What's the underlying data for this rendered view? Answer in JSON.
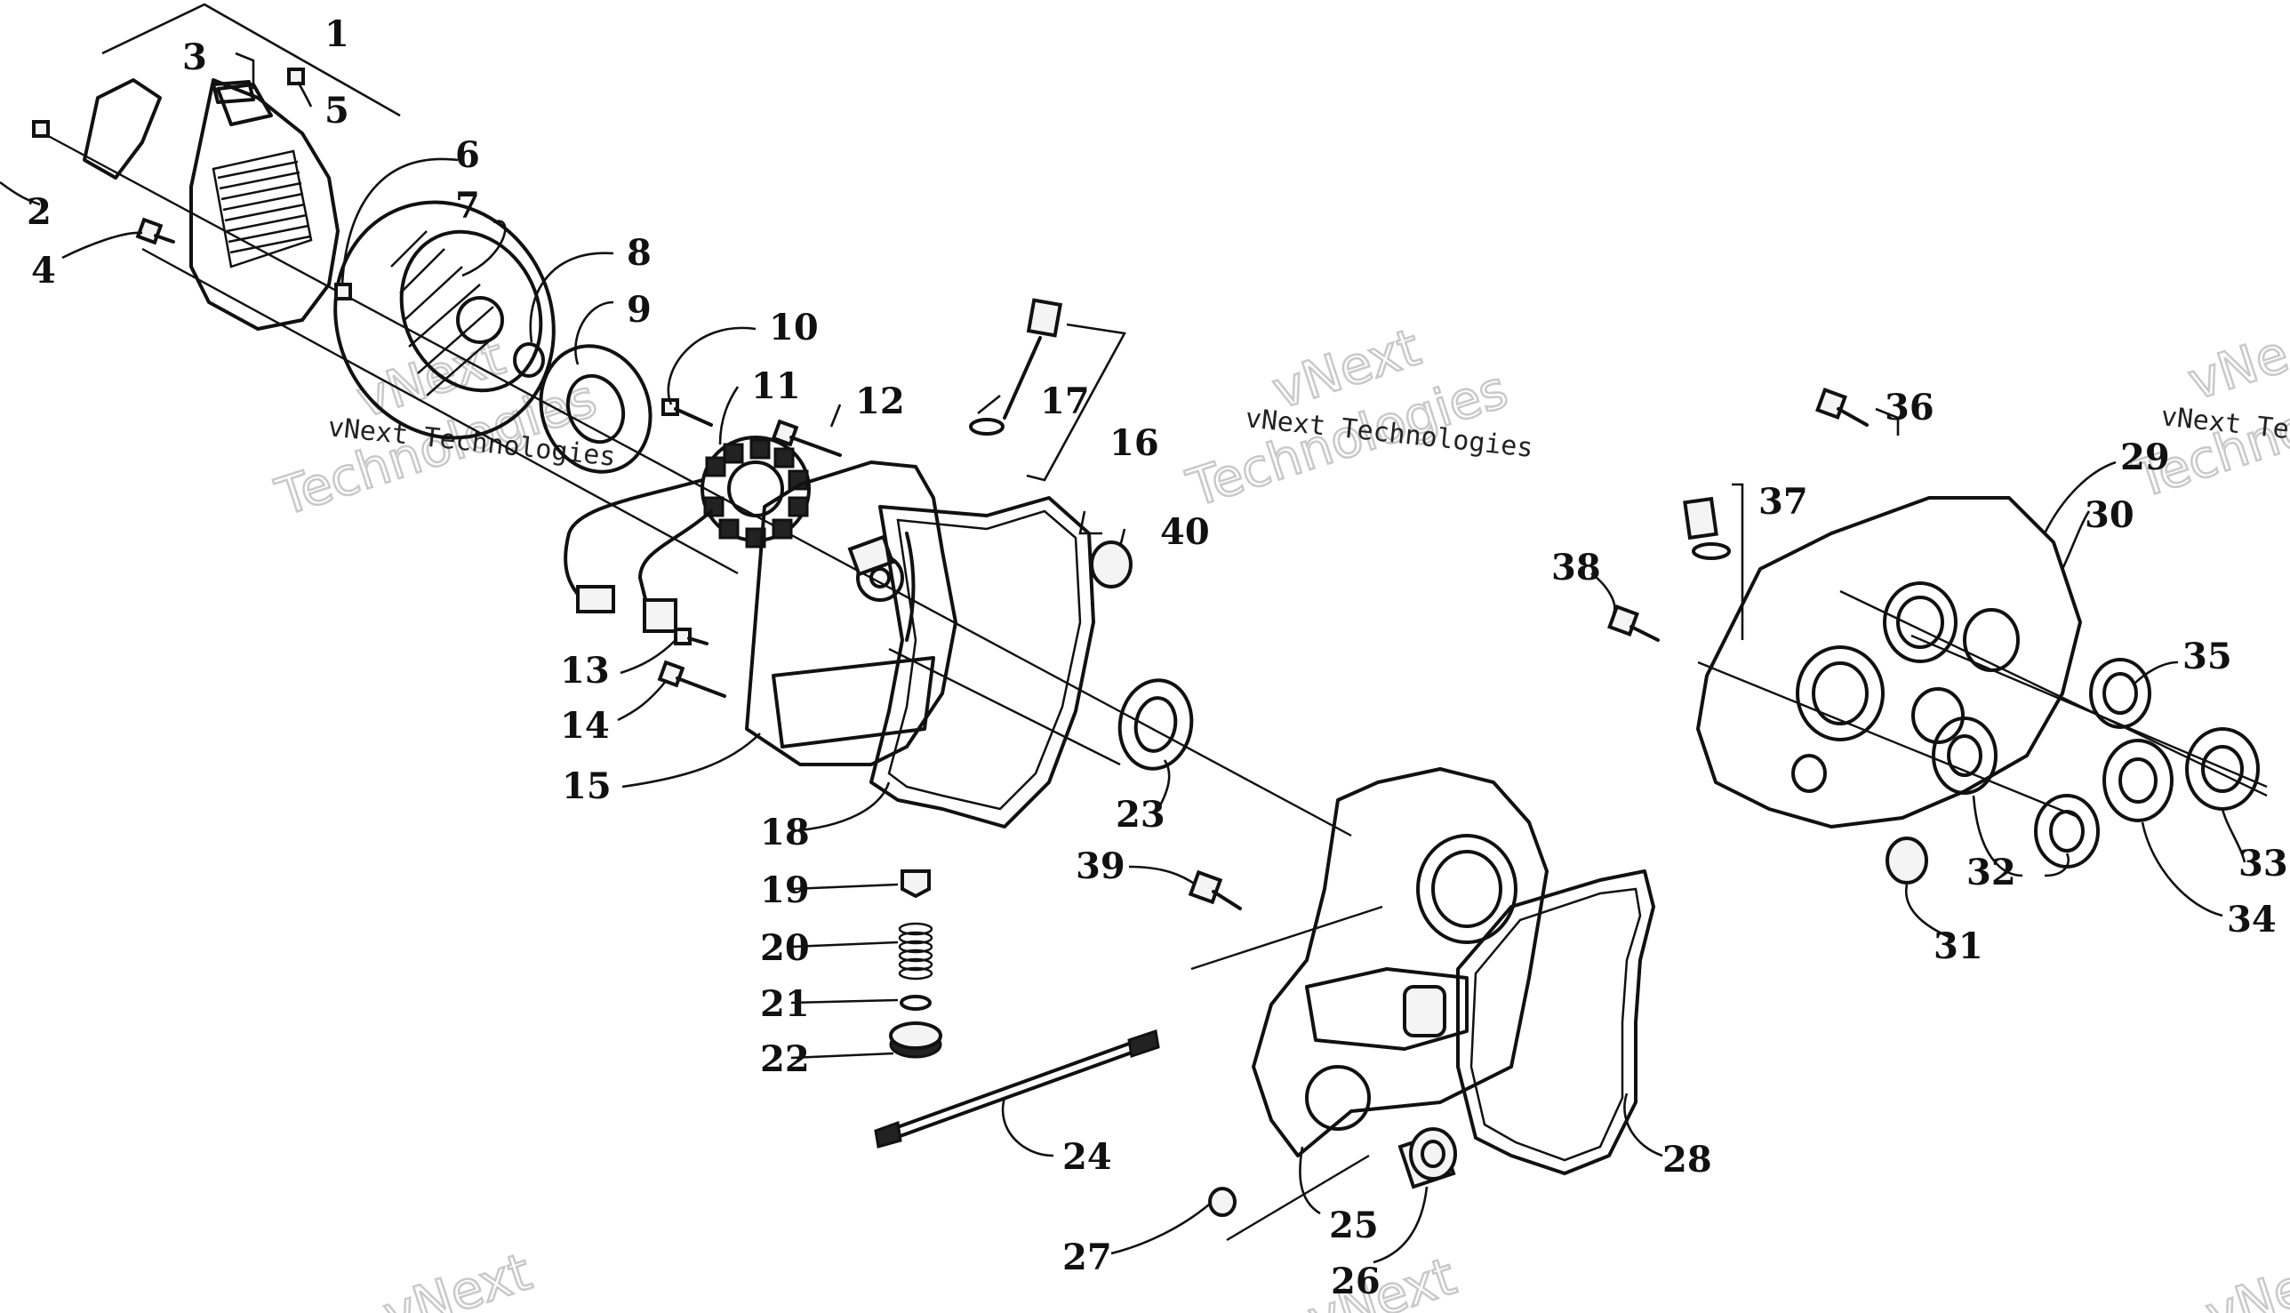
{
  "callouts": [
    {
      "id": "1",
      "label": "1"
    },
    {
      "id": "2",
      "label": "2"
    },
    {
      "id": "3",
      "label": "3"
    },
    {
      "id": "4",
      "label": "4"
    },
    {
      "id": "5",
      "label": "5"
    },
    {
      "id": "6",
      "label": "6"
    },
    {
      "id": "7",
      "label": "7"
    },
    {
      "id": "8",
      "label": "8"
    },
    {
      "id": "9",
      "label": "9"
    },
    {
      "id": "10",
      "label": "10"
    },
    {
      "id": "11",
      "label": "11"
    },
    {
      "id": "12",
      "label": "12"
    },
    {
      "id": "13",
      "label": "13"
    },
    {
      "id": "14",
      "label": "14"
    },
    {
      "id": "15",
      "label": "15"
    },
    {
      "id": "16",
      "label": "16"
    },
    {
      "id": "17",
      "label": "17"
    },
    {
      "id": "18",
      "label": "18"
    },
    {
      "id": "19",
      "label": "19"
    },
    {
      "id": "20",
      "label": "20"
    },
    {
      "id": "21",
      "label": "21"
    },
    {
      "id": "22",
      "label": "22"
    },
    {
      "id": "23",
      "label": "23"
    },
    {
      "id": "24",
      "label": "24"
    },
    {
      "id": "25",
      "label": "25"
    },
    {
      "id": "26",
      "label": "26"
    },
    {
      "id": "27",
      "label": "27"
    },
    {
      "id": "28",
      "label": "28"
    },
    {
      "id": "29",
      "label": "29"
    },
    {
      "id": "30",
      "label": "30"
    },
    {
      "id": "31",
      "label": "31"
    },
    {
      "id": "32",
      "label": "32"
    },
    {
      "id": "33",
      "label": "33"
    },
    {
      "id": "34",
      "label": "34"
    },
    {
      "id": "35",
      "label": "35"
    },
    {
      "id": "36",
      "label": "36"
    },
    {
      "id": "37",
      "label": "37"
    },
    {
      "id": "38",
      "label": "38"
    },
    {
      "id": "39",
      "label": "39"
    },
    {
      "id": "40",
      "label": "40"
    }
  ],
  "watermark": {
    "small": "vNext Technologies",
    "big_line1": "vNext",
    "big_line2": "Technologies",
    "big_edge": "vNe",
    "big_edge2": "Techno"
  }
}
